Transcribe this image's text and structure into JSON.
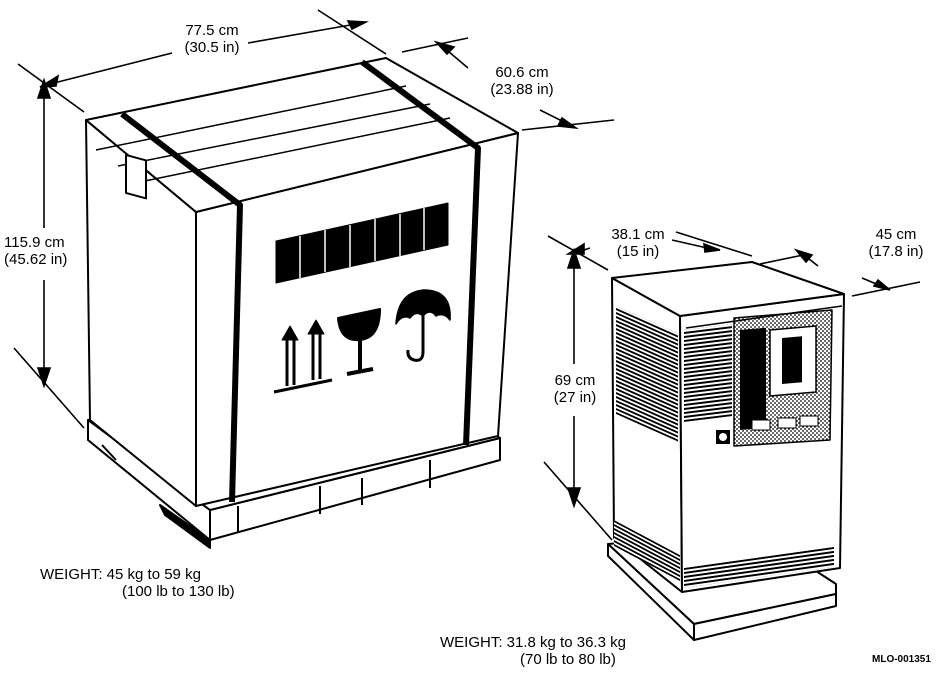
{
  "crate": {
    "width": {
      "metric": "77.5 cm",
      "imperial": "(30.5 in)"
    },
    "depth": {
      "metric": "60.6 cm",
      "imperial": "(23.88 in)"
    },
    "height": {
      "metric": "115.9 cm",
      "imperial": "(45.62 in)"
    },
    "weight": {
      "label": "WEIGHT:",
      "metric": "45 kg to 59 kg",
      "imperial": "(100 lb to 130 lb)"
    }
  },
  "system": {
    "width": {
      "metric": "38.1 cm",
      "imperial": "(15 in)"
    },
    "depth": {
      "metric": "45 cm",
      "imperial": "(17.8 in)"
    },
    "height": {
      "metric": "69 cm",
      "imperial": "(27 in)"
    },
    "weight": {
      "label": "WEIGHT:",
      "metric": "31.8 kg to 36.3 kg",
      "imperial": "(70 lb to 80 lb)"
    }
  },
  "figure_id": "MLO-001351"
}
